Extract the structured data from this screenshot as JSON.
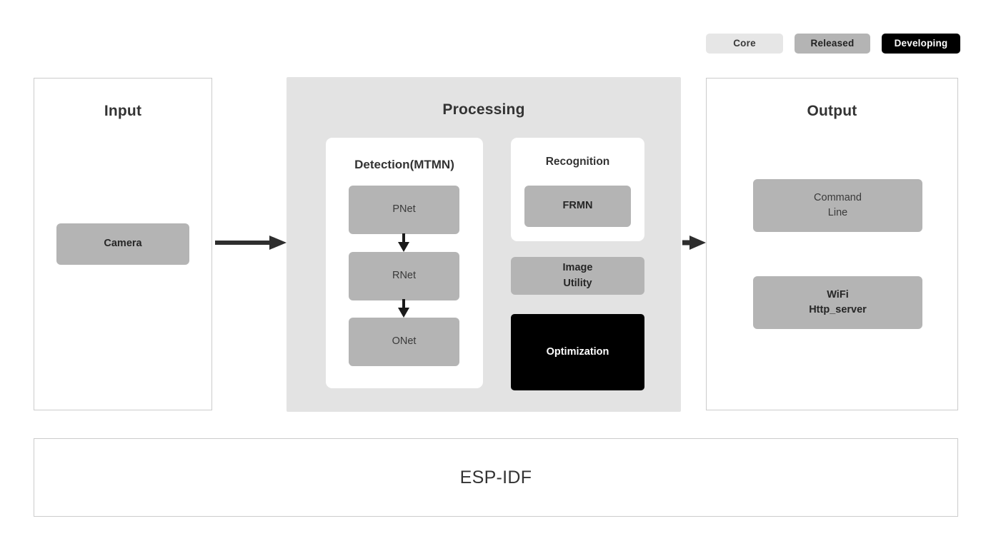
{
  "legend": {
    "items": [
      {
        "label": "Core",
        "color": "#e6e6e6",
        "text_color": "#3a3a3a"
      },
      {
        "label": "Released",
        "color": "#b4b4b4",
        "text_color": "#222222"
      },
      {
        "label": "Developing",
        "color": "#000000",
        "text_color": "#ffffff"
      }
    ]
  },
  "input": {
    "title": "Input",
    "nodes": [
      {
        "label": "Camera",
        "status": "Released"
      }
    ]
  },
  "processing": {
    "title": "Processing",
    "detection": {
      "title": "Detection(MTMN)",
      "nodes": [
        {
          "label": "PNet",
          "status": "Released"
        },
        {
          "label": "RNet",
          "status": "Released"
        },
        {
          "label": "ONet",
          "status": "Released"
        }
      ]
    },
    "recognition": {
      "title": "Recognition",
      "nodes": [
        {
          "label": "FRMN",
          "status": "Released"
        }
      ]
    },
    "extras": [
      {
        "label": "Image\nUtility",
        "line1": "Image",
        "line2": "Utility",
        "status": "Released"
      },
      {
        "label": "Optimization",
        "status": "Developing"
      }
    ]
  },
  "output": {
    "title": "Output",
    "nodes": [
      {
        "line1": "Command",
        "line2": "Line",
        "status": "Released"
      },
      {
        "line1": "WiFi",
        "line2": "Http_server",
        "status": "Released"
      }
    ]
  },
  "foundation": {
    "label": "ESP-IDF"
  },
  "arrows": {
    "input_to_processing": "arrow-right",
    "processing_to_output": "arrow-right",
    "pnet_to_rnet": "arrow-down",
    "rnet_to_onet": "arrow-down"
  },
  "colors": {
    "panel_border": "#cccccc",
    "processing_bg": "#e3e3e3",
    "node_bg": "#b4b4b4",
    "developing_bg": "#000000",
    "core_bg": "#e6e6e6",
    "text": "#333333",
    "arrow": "#2e2e2e"
  }
}
